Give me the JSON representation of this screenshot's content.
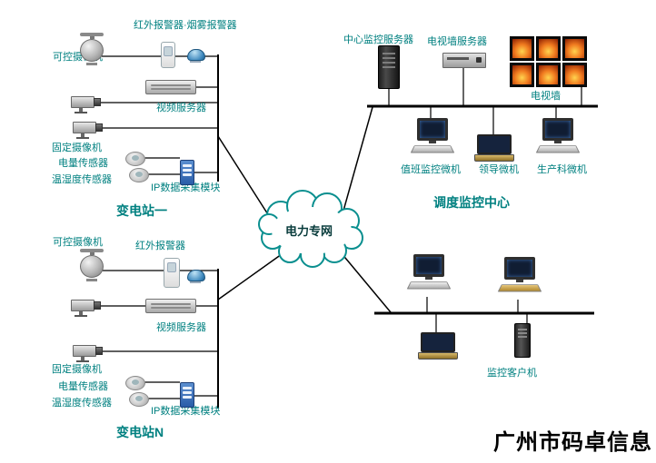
{
  "watermark": "广州市码卓信息",
  "cloud": {
    "label": "电力专网"
  },
  "substation_1": {
    "title": "变电站一",
    "alarm_pair_label": "红外报警器·烟雾报警器",
    "ptz_camera_label": "可控摄像机",
    "video_server_label": "视频服务器",
    "fixed_camera_label": "固定摄像机",
    "power_sensor_label": "电量传感器",
    "humiture_sensor_label": "温湿度传感器",
    "ip_module_label": "IP数据采集模块"
  },
  "substation_n": {
    "title": "变电站N",
    "ptz_camera_label": "可控摄像机",
    "ir_alarm_label": "红外报警器",
    "video_server_label": "视频服务器",
    "fixed_camera_label": "固定摄像机",
    "power_sensor_label": "电量传感器",
    "humiture_sensor_label": "温湿度传感器",
    "ip_module_label": "IP数据采集模块"
  },
  "control_center": {
    "title": "调度监控中心",
    "central_server_label": "中心监控服务器",
    "tv_wall_server_label": "电视墙服务器",
    "tv_wall_label": "电视墙",
    "duty_pc_label": "值班监控微机",
    "leader_pc_label": "领导微机",
    "production_pc_label": "生产科微机"
  },
  "clients": {
    "title": "监控客户机"
  },
  "colors": {
    "label_green": "#008080",
    "line_black": "#000000",
    "cloud_stroke": "#0a8f8f"
  }
}
